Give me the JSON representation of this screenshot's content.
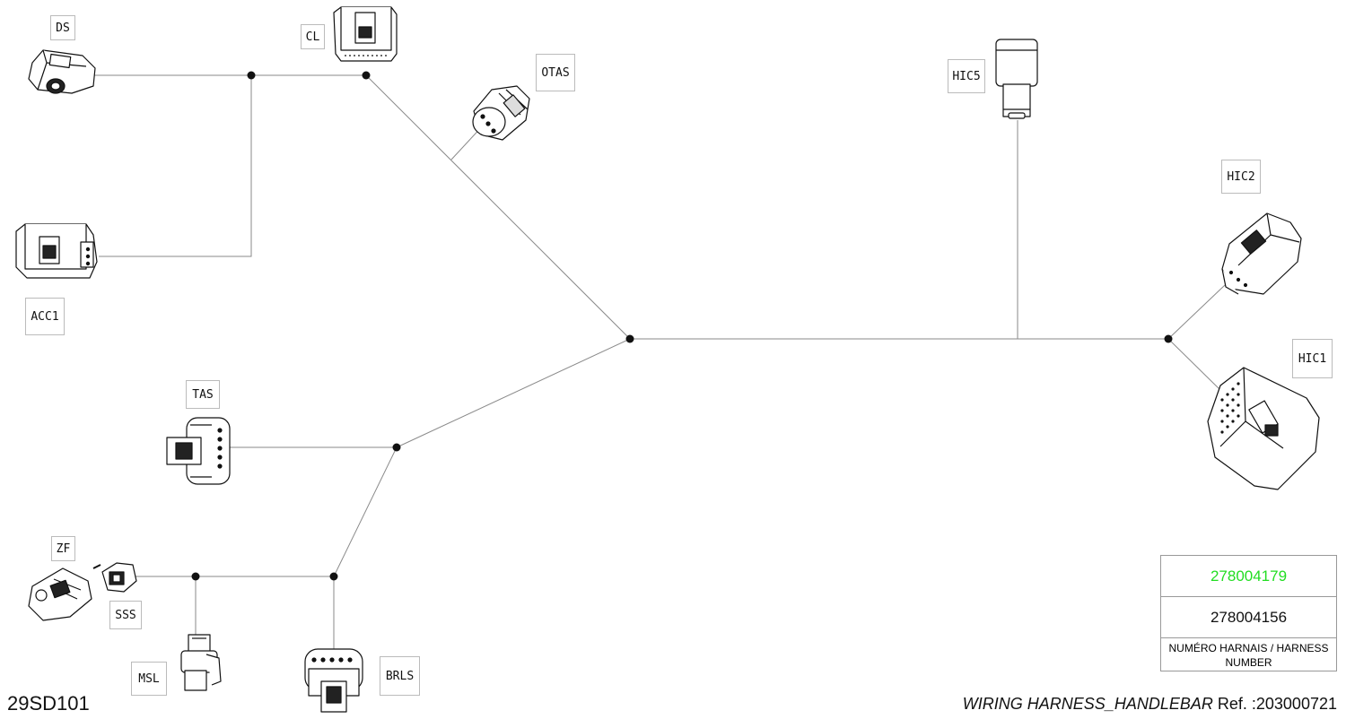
{
  "diagram": {
    "connectors": [
      {
        "id": "DS",
        "label": "DS"
      },
      {
        "id": "CL",
        "label": "CL"
      },
      {
        "id": "OTAS",
        "label": "OTAS"
      },
      {
        "id": "ACC1",
        "label": "ACC1"
      },
      {
        "id": "TAS",
        "label": "TAS"
      },
      {
        "id": "ZF",
        "label": "ZF"
      },
      {
        "id": "SSS",
        "label": "SSS"
      },
      {
        "id": "MSL",
        "label": "MSL"
      },
      {
        "id": "BRLS",
        "label": "BRLS"
      },
      {
        "id": "HIC5",
        "label": "HIC5"
      },
      {
        "id": "HIC2",
        "label": "HIC2"
      },
      {
        "id": "HIC1",
        "label": "HIC1"
      }
    ]
  },
  "harness_table": {
    "part_numbers": [
      {
        "value": "278004179",
        "color": "#22dd22"
      },
      {
        "value": "278004156",
        "color": "#111111"
      }
    ],
    "caption": "NUMÉRO HARNAIS / HARNESS NUMBER"
  },
  "doc_id": "29SD101",
  "footer": {
    "title": "WIRING HARNESS_HANDLEBAR",
    "ref_label": "Ref. :",
    "ref_value": "203000721"
  }
}
